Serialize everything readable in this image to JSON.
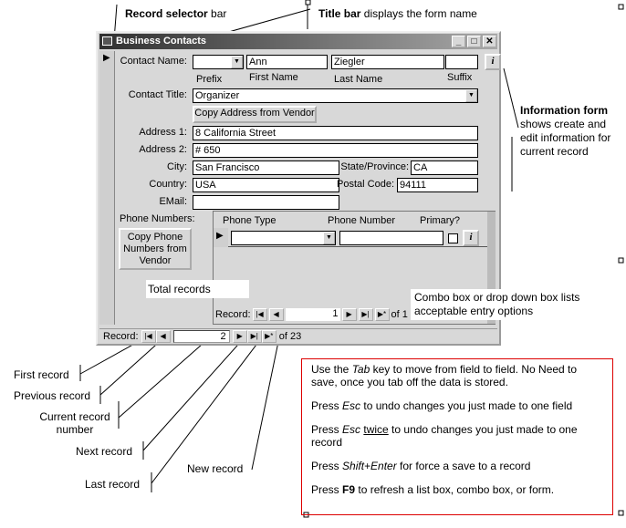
{
  "window": {
    "title": "Business Contacts",
    "min": "_",
    "max": "□",
    "close": "✕"
  },
  "form": {
    "contact_name_label": "Contact Name:",
    "prefix": "",
    "first_name": "Ann",
    "last_name": "Ziegler",
    "suffix": "",
    "prefix_caption": "Prefix",
    "first_caption": "First Name",
    "last_caption": "Last Name",
    "suffix_caption": "Suffix",
    "info_button": "i",
    "contact_title_label": "Contact Title:",
    "contact_title": "Organizer",
    "copy_address_button": "Copy Address from Vendor",
    "address1_label": "Address 1:",
    "address1": "8 California Street",
    "address2_label": "Address 2:",
    "address2": "# 650",
    "city_label": "City:",
    "city": "San Francisco",
    "state_label": "State/Province:",
    "state": "CA",
    "country_label": "Country:",
    "country": "USA",
    "postal_label": "Postal Code:",
    "postal": "94111",
    "email_label": "EMail:",
    "email": "",
    "phone_label": "Phone Numbers:",
    "copy_phone_button": "Copy Phone Numbers from Vendor",
    "phone_cols": [
      "Phone Type",
      "Phone Number",
      "Primary?"
    ],
    "sub_record_label": "Record:",
    "sub_record_current": "1",
    "sub_record_of": "of 1"
  },
  "nav": {
    "label": "Record:",
    "current": "2",
    "of": "of 23"
  },
  "annotations": {
    "record_selector_bold": "Record selector",
    "record_selector_rest": " bar",
    "title_bar_bold": "Title bar",
    "title_bar_rest": " displays the form name",
    "info_bold": "Information form",
    "info_rest": "shows create and edit information for current record",
    "combo": "Combo box or drop down box lists acceptable entry options",
    "total": "Total records",
    "first": "First record",
    "previous": "Previous record",
    "current": "Current record number",
    "next": "Next record",
    "last": "Last record",
    "new": "New record"
  },
  "tips": {
    "t1a": "Use the ",
    "t1k": "Tab",
    "t1b": " key to move from field to field. No Need to save, once you tab off the data is stored.",
    "t2a": "Press ",
    "t2k": "Esc",
    "t2b": " to undo changes you just made to one field",
    "t3a": "Press ",
    "t3k": "Esc",
    "t3u": "twice",
    "t3b": " to undo changes you just made to one record",
    "t4a": "Press ",
    "t4k": "Shift+Enter",
    "t4b": " for force a save to a record",
    "t5a": "Press ",
    "t5k": "F9",
    "t5b": " to refresh a list box, combo box, or form."
  }
}
